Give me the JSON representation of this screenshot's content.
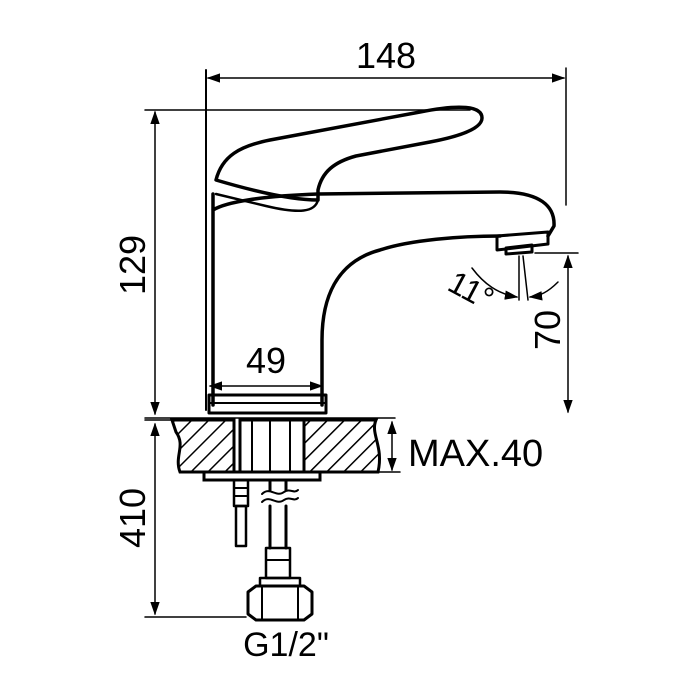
{
  "dimensions": {
    "overall_width": "148",
    "body_height": "129",
    "base_width": "49",
    "spout_height": "70",
    "spray_angle": "11°",
    "max_deck_thickness": "MAX.40",
    "hose_length": "410",
    "connection_thread": "G1/2\""
  },
  "colors": {
    "line": "#000000",
    "background": "#ffffff"
  }
}
